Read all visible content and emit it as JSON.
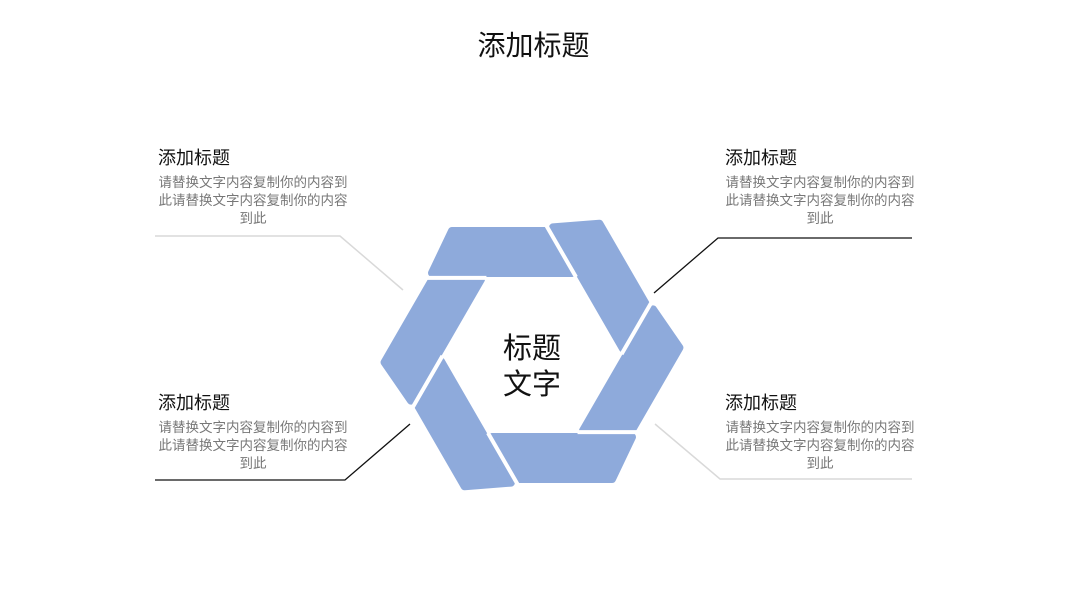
{
  "title": "添加标题",
  "center_text": [
    "标题",
    "文字"
  ],
  "accent_color": "#8eaadb",
  "blocks": [
    {
      "heading": "添加标题",
      "body": "请替换文字内容复制你的内容到此请替换文字内容复制你的内容到此"
    },
    {
      "heading": "添加标题",
      "body": "请替换文字内容复制你的内容到此请替换文字内容复制你的内容到此"
    },
    {
      "heading": "添加标题",
      "body": "请替换文字内容复制你的内容到此请替换文字内容复制你的内容到此"
    },
    {
      "heading": "添加标题",
      "body": "请替换文字内容复制你的内容到此请替换文字内容复制你的内容到此"
    }
  ]
}
